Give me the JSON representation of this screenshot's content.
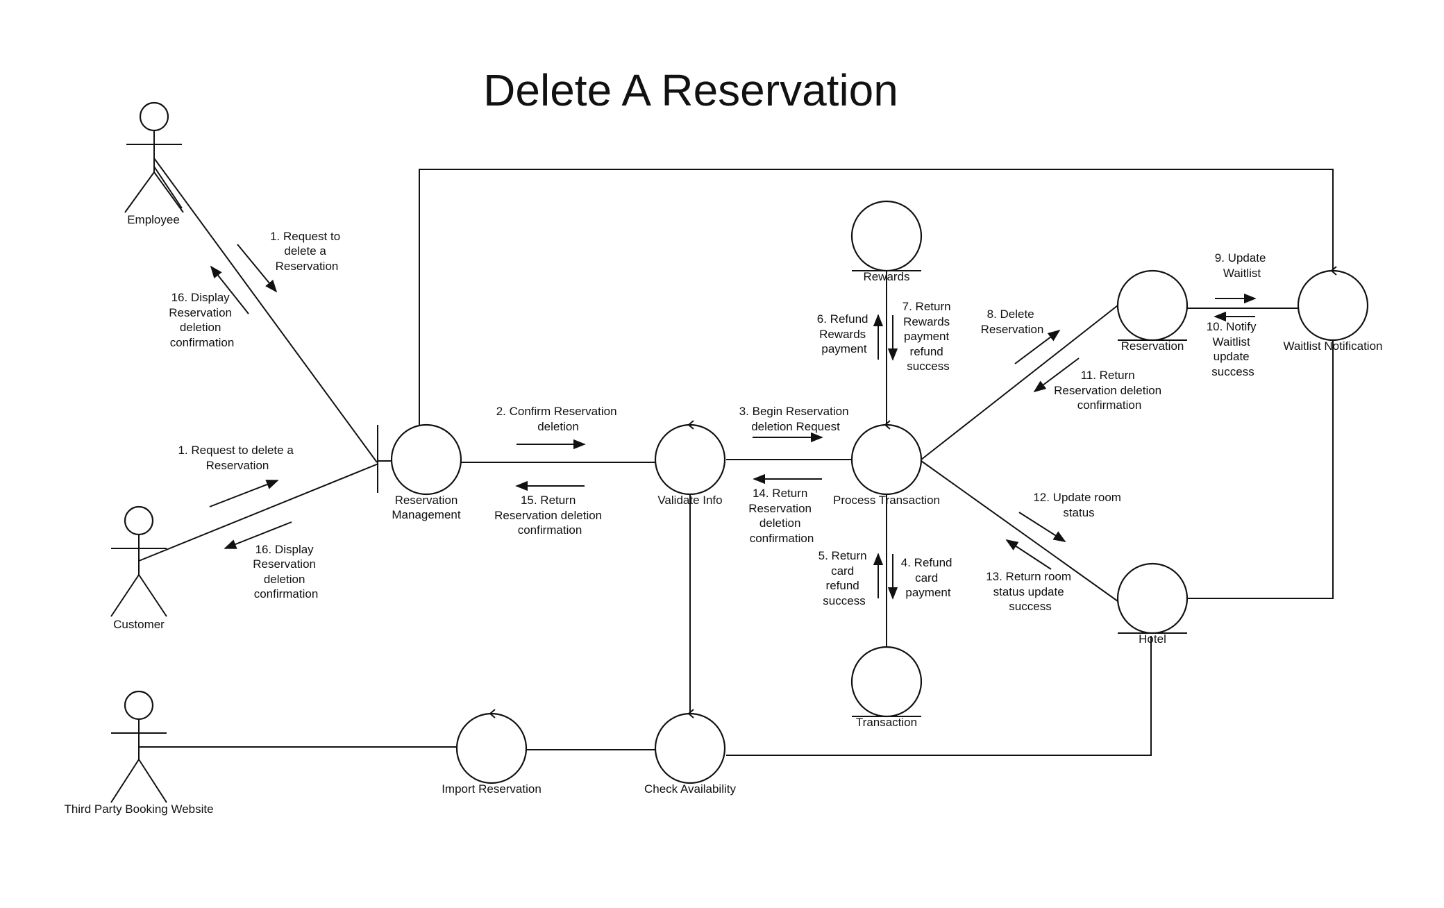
{
  "title": "Delete A Reservation",
  "actors": {
    "employee": "Employee",
    "customer": "Customer",
    "third_party": "Third Party Booking Website"
  },
  "objects": {
    "reservation_management": [
      "Reservation",
      "Management"
    ],
    "validate_info": "Validate Info",
    "process_transaction": "Process Transaction",
    "rewards": "Rewards",
    "transaction": "Transaction",
    "reservation": "Reservation",
    "waitlist_notification": "Waitlist Notification",
    "hotel": "Hotel",
    "import_reservation": "Import Reservation",
    "check_availability": "Check Availability"
  },
  "messages": {
    "m1_employee": [
      "1. Request to",
      "delete a",
      "Reservation"
    ],
    "m16_employee": [
      "16. Display",
      "Reservation",
      "deletion",
      "confirmation"
    ],
    "m1_customer": [
      "1. Request to delete a",
      "Reservation"
    ],
    "m16_customer": [
      "16. Display",
      "Reservation",
      "deletion",
      "confirmation"
    ],
    "m2": [
      "2. Confirm Reservation",
      "deletion"
    ],
    "m15": [
      "15. Return",
      "Reservation deletion",
      "confirmation"
    ],
    "m3": [
      "3. Begin Reservation",
      "deletion Request"
    ],
    "m14": [
      "14. Return",
      "Reservation",
      "deletion",
      "confirmation"
    ],
    "m6": [
      "6. Refund",
      "Rewards",
      "payment"
    ],
    "m7": [
      "7. Return",
      "Rewards",
      "payment",
      "refund",
      "success"
    ],
    "m5": [
      "5. Return",
      "card",
      "refund",
      "success"
    ],
    "m4": [
      "4. Refund",
      "card",
      "payment"
    ],
    "m8": [
      "8. Delete",
      "Reservation"
    ],
    "m11": [
      "11. Return",
      "Reservation deletion",
      "confirmation"
    ],
    "m9": [
      "9. Update",
      "Waitlist"
    ],
    "m10": [
      "10. Notify",
      "Waitlist",
      "update",
      "success"
    ],
    "m12": [
      "12. Update room",
      "status"
    ],
    "m13": [
      "13. Return room",
      "status update",
      "success"
    ]
  }
}
